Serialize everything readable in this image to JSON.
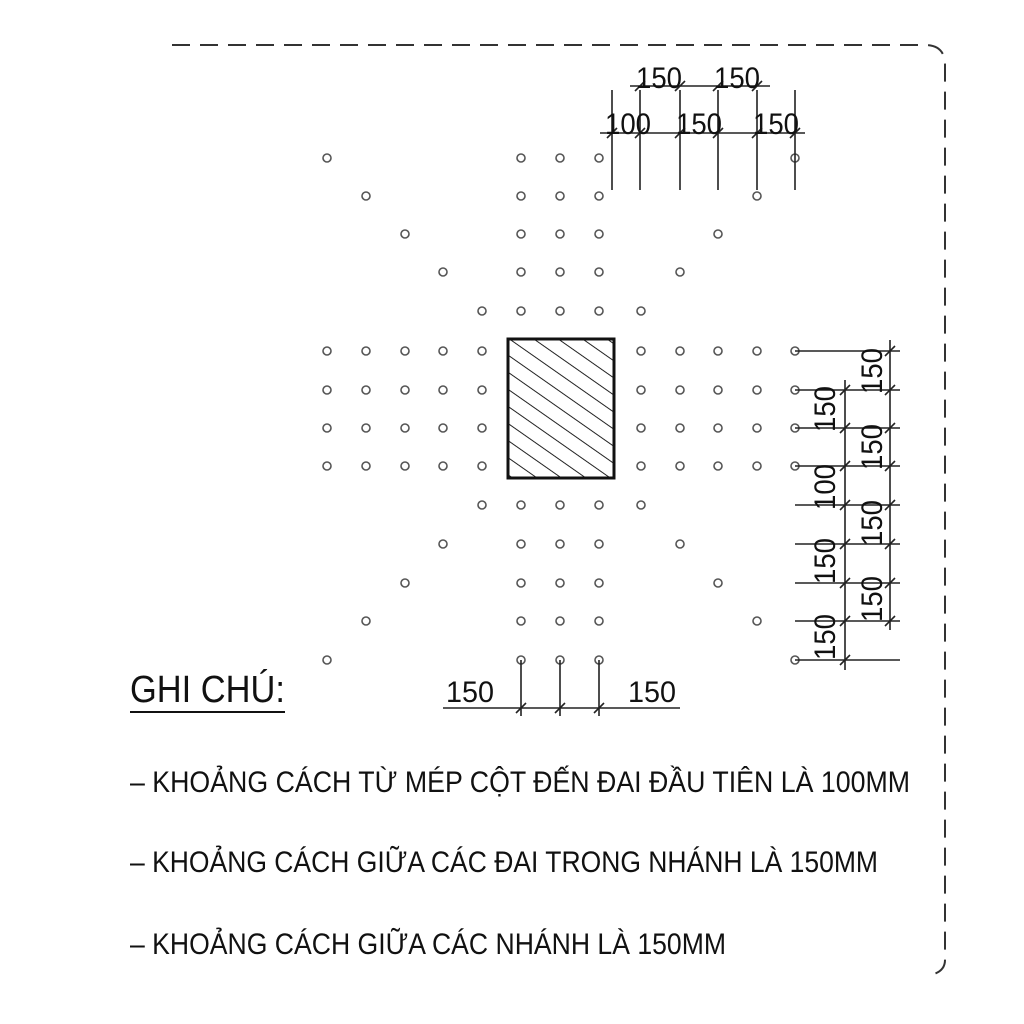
{
  "top_dimensions": {
    "upper": [
      "150",
      "150"
    ],
    "lower": [
      "100",
      "150",
      "150"
    ]
  },
  "right_dimensions": {
    "outer": [
      "150",
      "150",
      "150",
      "150"
    ],
    "inner": [
      "150",
      "100",
      "150",
      "150"
    ]
  },
  "bottom_dimensions": [
    "150",
    "150"
  ],
  "notes": {
    "title": "GHI CHÚ:",
    "lines": [
      "– KHOẢNG CÁCH TỪ MÉP CỘT ĐẾN ĐAI ĐẦU TIÊN LÀ 100MM",
      "– KHOẢNG CÁCH GIỮA CÁC ĐAI TRONG NHÁNH LÀ 150MM",
      "– KHOẢNG CÁCH GIỮA CÁC NHÁNH LÀ 150MM"
    ]
  },
  "colors": {
    "line": "#111111",
    "dot": "#555555"
  }
}
